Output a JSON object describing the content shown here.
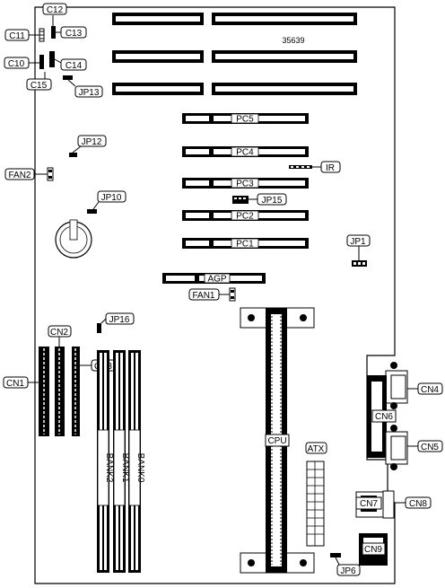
{
  "board": {
    "part_number": "35639"
  },
  "labels": {
    "c11": "C11",
    "c12": "C12",
    "c13": "C13",
    "c10": "C10",
    "c14": "C14",
    "c15": "C15",
    "jp13": "JP13",
    "jp12": "JP12",
    "fan2": "FAN2",
    "jp10": "JP10",
    "pc5": "PC5",
    "pc4": "PC4",
    "pc3": "PC3",
    "pc2": "PC2",
    "pc1": "PC1",
    "ir": "IR",
    "jp15": "JP15",
    "jp1": "JP1",
    "agp": "AGP",
    "fan1": "FAN1",
    "jp16": "JP16",
    "cn2": "CN2",
    "cn3": "CN3",
    "cn1": "CN1",
    "cn4": "CN4",
    "cn6": "CN6",
    "cn5": "CN5",
    "cpu": "CPU",
    "atx": "ATX",
    "cn7": "CN7",
    "cn8": "CN8",
    "cn9": "CN9",
    "jp6": "JP6",
    "bank2": "BANK2",
    "bank1": "BANK1",
    "bank0": "BANK0"
  }
}
